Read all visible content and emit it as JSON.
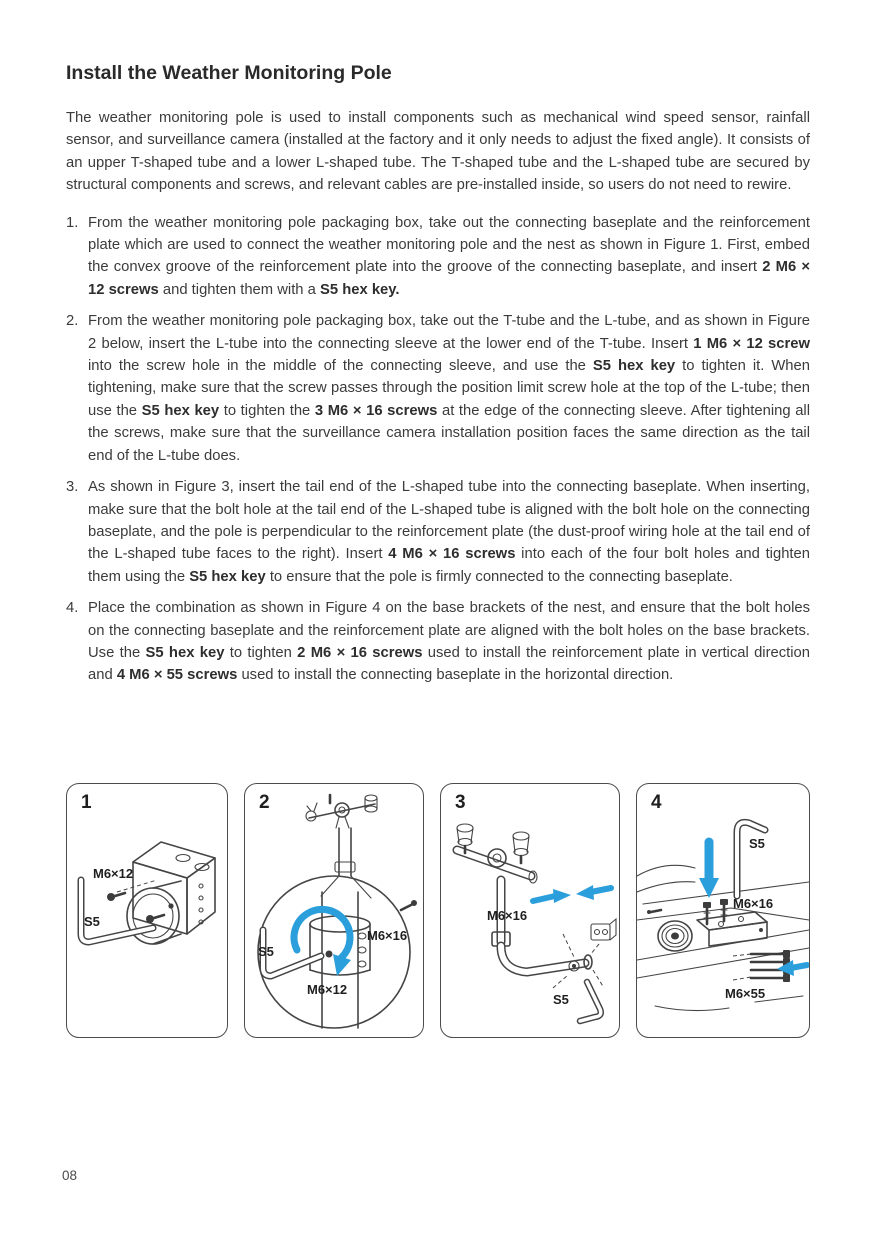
{
  "page": {
    "title": "Install the Weather Monitoring Pole",
    "page_number": "08"
  },
  "intro": "The weather monitoring pole is used to install components such as mechanical wind speed sensor, rainfall sensor, and surveillance camera (installed at the factory and it only needs to adjust the fixed angle). It consists of an upper T-shaped tube and a lower L-shaped tube. The T-shaped tube and the L-shaped tube are secured by structural components and screws, and relevant cables are pre-installed inside, so users do not need to rewire.",
  "steps": [
    {
      "number": "1.",
      "segments": [
        {
          "t": "From the weather monitoring pole packaging box, take out the connecting baseplate and the reinforcement plate which are used to connect the weather monitoring pole and the nest as shown in Figure 1. First, embed the convex groove of the reinforcement plate into the groove of the connecting baseplate, and insert ",
          "b": false
        },
        {
          "t": "2 M6 × 12 screws",
          "b": true
        },
        {
          "t": " and tighten them with a ",
          "b": false
        },
        {
          "t": "S5 hex key.",
          "b": true
        }
      ]
    },
    {
      "number": "2.",
      "segments": [
        {
          "t": "From the weather monitoring pole packaging box, take out the T-tube and the L-tube, and as shown in Figure 2 below, insert the L-tube into the connecting sleeve at the lower end of the T-tube. Insert ",
          "b": false
        },
        {
          "t": "1 M6 × 12 screw",
          "b": true
        },
        {
          "t": " into the screw hole in the middle of the connecting sleeve, and use the ",
          "b": false
        },
        {
          "t": "S5 hex key",
          "b": true
        },
        {
          "t": " to tighten it. When tightening, make sure that the screw passes through the position limit screw hole at the top of the L-tube; then use the ",
          "b": false
        },
        {
          "t": "S5 hex key",
          "b": true
        },
        {
          "t": " to tighten the ",
          "b": false
        },
        {
          "t": "3 M6 × 16 screws",
          "b": true
        },
        {
          "t": " at the edge of the connecting sleeve. After tightening all the screws, make sure that the surveillance camera installation position faces the same direction as the tail end of the L-tube does.",
          "b": false
        }
      ]
    },
    {
      "number": "3.",
      "segments": [
        {
          "t": "As shown in Figure 3, insert the tail end of the L-shaped tube into the connecting baseplate. When inserting, make sure that the bolt hole at the tail end of the L-shaped tube is aligned with the bolt hole on the connecting baseplate, and the pole is perpendicular to the reinforcement plate (the dust-proof wiring hole at the tail end of the L-shaped tube faces to the right). Insert ",
          "b": false
        },
        {
          "t": "4 M6 × 16 screws",
          "b": true
        },
        {
          "t": " into each of the four bolt holes and tighten them using the ",
          "b": false
        },
        {
          "t": "S5 hex key",
          "b": true
        },
        {
          "t": " to ensure that the pole is firmly connected to the connecting baseplate.",
          "b": false
        }
      ]
    },
    {
      "number": "4.",
      "segments": [
        {
          "t": "Place the combination as shown in Figure 4 on the base brackets of the nest, and ensure that the bolt holes on the connecting baseplate and the reinforcement plate are aligned with the bolt holes on the base brackets. Use the ",
          "b": false
        },
        {
          "t": "S5 hex key",
          "b": true
        },
        {
          "t": " to tighten ",
          "b": false
        },
        {
          "t": "2 M6 × 16 screws",
          "b": true
        },
        {
          "t": " used to install the reinforcement plate in vertical direction and ",
          "b": false
        },
        {
          "t": "4 M6 × 55 screws",
          "b": true
        },
        {
          "t": " used to install the connecting baseplate in the horizontal direction.",
          "b": false
        }
      ]
    }
  ],
  "figures": [
    {
      "number": "1",
      "labels": {
        "screw": "M6×12",
        "key": "S5"
      }
    },
    {
      "number": "2",
      "labels": {
        "key": "S5",
        "side_screws": "M6×16",
        "mid_screw": "M6×12"
      }
    },
    {
      "number": "3",
      "labels": {
        "screws": "M6×16",
        "key": "S5"
      }
    },
    {
      "number": "4",
      "labels": {
        "key": "S5",
        "top_screws": "M6×16",
        "side_screws": "M6×55"
      }
    }
  ],
  "colors": {
    "accent_blue": "#2b9fdc",
    "line_art": "#454545",
    "text": "#3b3b3b"
  }
}
